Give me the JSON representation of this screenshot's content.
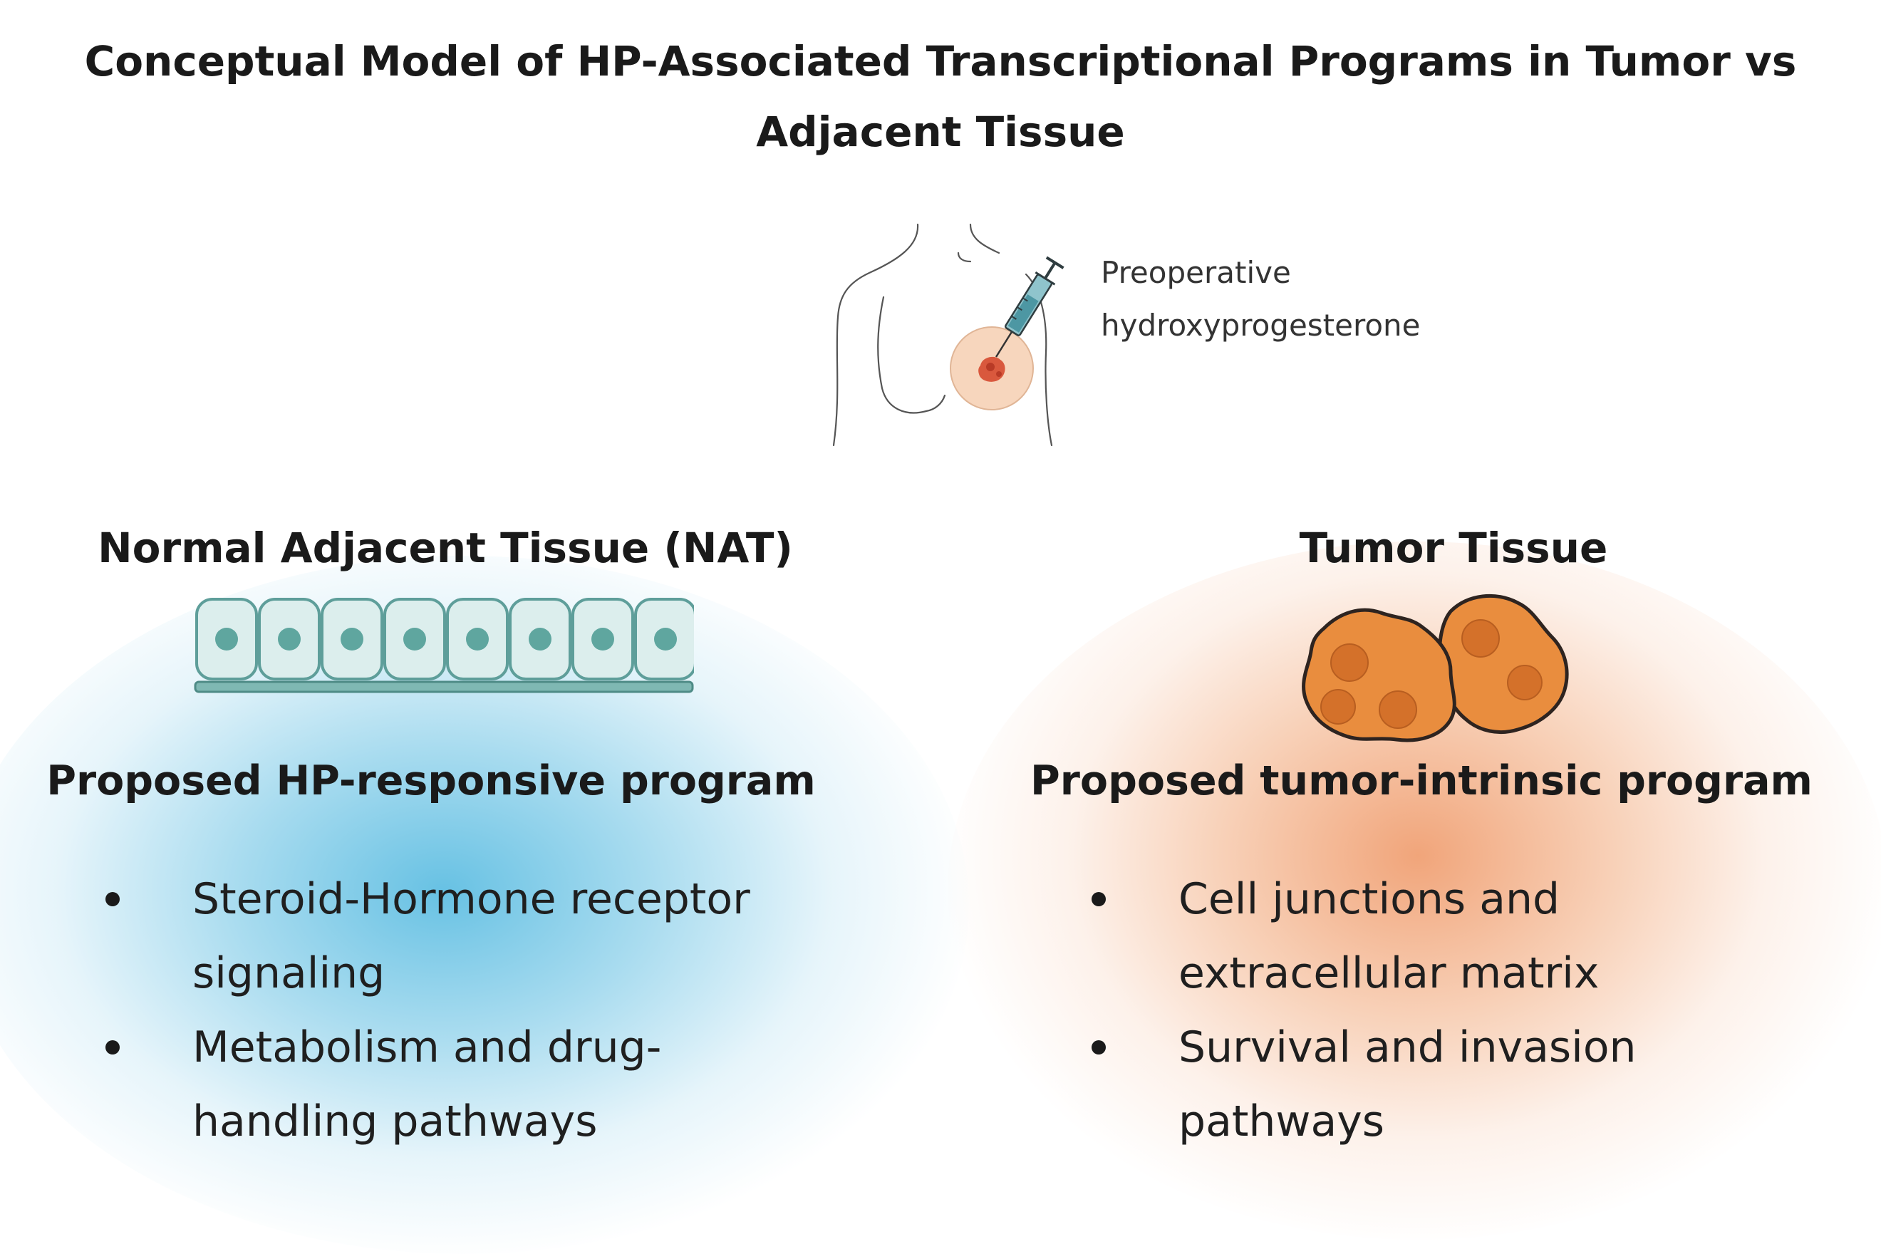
{
  "title": {
    "line1": "Conceptual Model of HP-Associated Transcriptional Programs in Tumor vs",
    "line2": "Adjacent Tissue"
  },
  "intervention": {
    "label_line1": "Preoperative",
    "label_line2": "hydroxyprogesterone",
    "icons": [
      "torso-outline-icon",
      "syringe-icon",
      "breast-tumor-icon"
    ]
  },
  "left_panel": {
    "heading": "Normal Adjacent Tissue (NAT)",
    "icon": "epithelial-cell-layer-icon",
    "program_title": "Proposed HP-responsive program",
    "bullets": [
      {
        "line1": "Steroid-Hormone receptor",
        "line2": "signaling"
      },
      {
        "line1": "Metabolism and drug-",
        "line2": "handling pathways"
      }
    ],
    "glow_color": "#5fbee2"
  },
  "right_panel": {
    "heading": "Tumor Tissue",
    "icon": "tumor-cells-icon",
    "program_title": "Proposed tumor-intrinsic program",
    "bullets": [
      {
        "line1": "Cell junctions and",
        "line2": "extracellular matrix"
      },
      {
        "line1": "Survival and invasion",
        "line2": "pathways"
      }
    ],
    "glow_color": "#f0a073"
  },
  "colors": {
    "cell_fill": "#dceeed",
    "cell_stroke": "#5e9e9a",
    "nucleus": "#5fa69f",
    "tumor_fill": "#e98d3e",
    "tumor_nucleus": "#d4712a",
    "tumor_stroke": "#3a2a20",
    "syringe": "#5aa3ad"
  }
}
